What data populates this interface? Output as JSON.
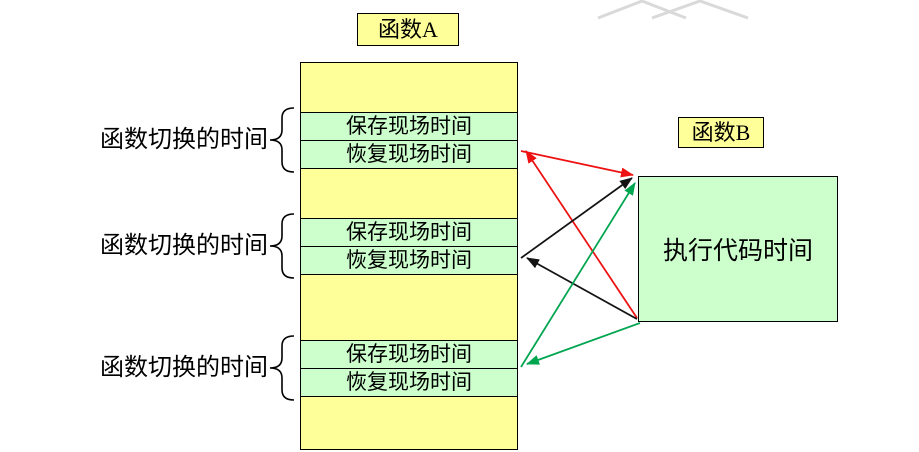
{
  "function_a": {
    "title": "函数A",
    "pairs": [
      {
        "label": "函数切换的时间",
        "save": "保存现场时间",
        "restore": "恢复现场时间"
      },
      {
        "label": "函数切换的时间",
        "save": "保存现场时间",
        "restore": "恢复现场时间"
      },
      {
        "label": "函数切换的时间",
        "save": "保存现场时间",
        "restore": "恢复现场时间"
      }
    ]
  },
  "function_b": {
    "title": "函数B",
    "body": "执行代码时间"
  },
  "colors": {
    "block_yellow": "#ffff99",
    "block_green": "#ccffcc",
    "border": "#000000",
    "arrow_red": "#ee1111",
    "arrow_black": "#141414",
    "arrow_green": "#00a550",
    "brace": "#000000",
    "watermark": "#d9d9d9"
  }
}
